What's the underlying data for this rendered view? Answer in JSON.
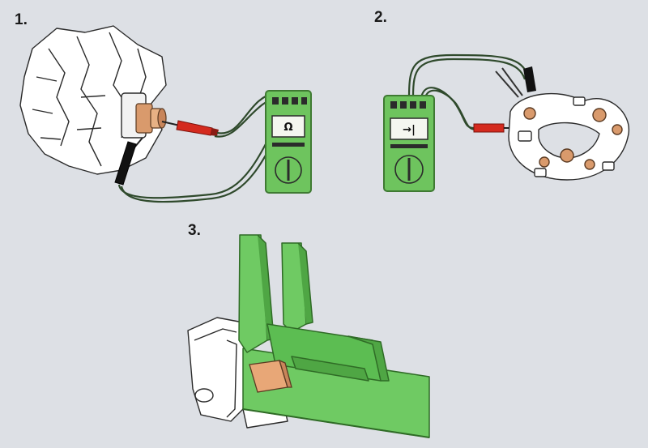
{
  "steps": [
    {
      "label": "1.",
      "meter_symbol": "Ω"
    },
    {
      "label": "2.",
      "meter_symbol": "→|"
    },
    {
      "label": "3."
    }
  ],
  "colors": {
    "background": "#dde0e5",
    "meter_green": "#6ec45e",
    "meter_dark": "#3f7a33",
    "caliper_green": "#6fca63",
    "probe_red": "#d42a1e",
    "probe_black": "#111111",
    "contact_copper": "#d99a6c",
    "wire": "#2f4a2c",
    "part_white": "#ffffff",
    "outline": "#2a2a2a"
  },
  "icons": [
    "alternator-rotor",
    "ohmmeter",
    "diode-tester",
    "rectifier-plate",
    "vernier-caliper",
    "brush-holder"
  ]
}
